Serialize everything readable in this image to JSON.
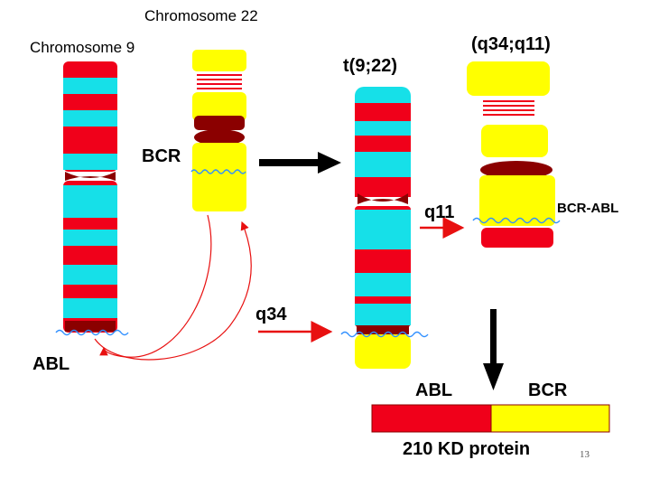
{
  "labels": {
    "chromosome_22": "Chromosome 22",
    "chromosome_9": "Chromosome 9",
    "translocation": "t(9;22)",
    "breakpoints": "(q34;q11)",
    "bcr": "BCR",
    "abl": "ABL",
    "q11": "q11",
    "q34": "q34",
    "bcr_abl": "BCR-ABL",
    "fusion_abl": "ABL",
    "fusion_bcr": "BCR",
    "protein": "210 KD protein",
    "page_number": "13"
  },
  "colors": {
    "red": "#f0001a",
    "cyan": "#16e0e8",
    "yellow": "#ffff00",
    "dark_red": "#8b0000",
    "arrow_red": "#e81010",
    "breakpoint_wave": "#2f8fff",
    "black": "#000000"
  }
}
